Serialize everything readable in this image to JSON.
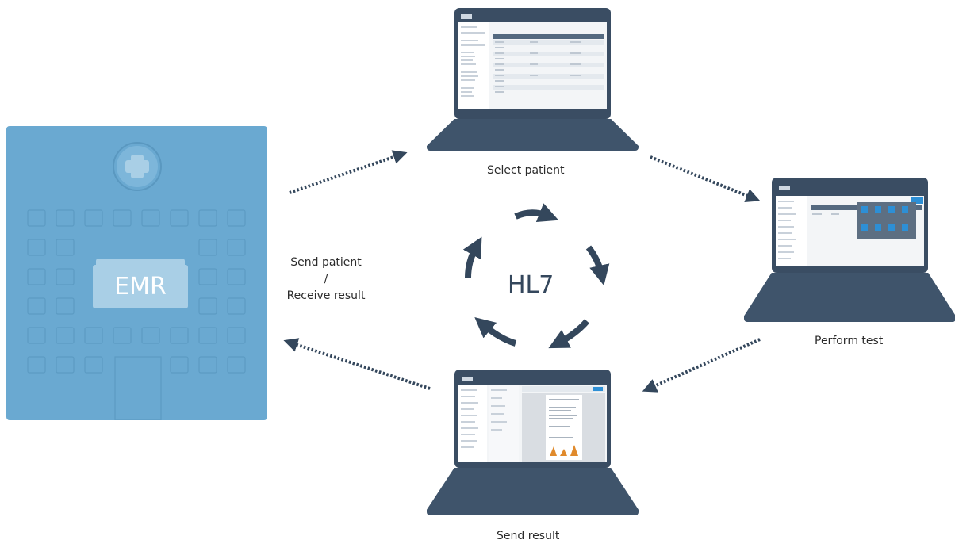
{
  "emr": {
    "label": "EMR"
  },
  "center": {
    "label": "HL7"
  },
  "steps": {
    "select_patient": "Select patient",
    "perform_test": "Perform test",
    "send_result": "Send result",
    "send_receive_line1": "Send patient",
    "send_receive_line2": "/",
    "send_receive_line3": "Receive result"
  },
  "colors": {
    "building": "#6aa9d1",
    "laptop": "#3a4d63",
    "arrow": "#34475c",
    "accent": "#2d8fd5"
  }
}
